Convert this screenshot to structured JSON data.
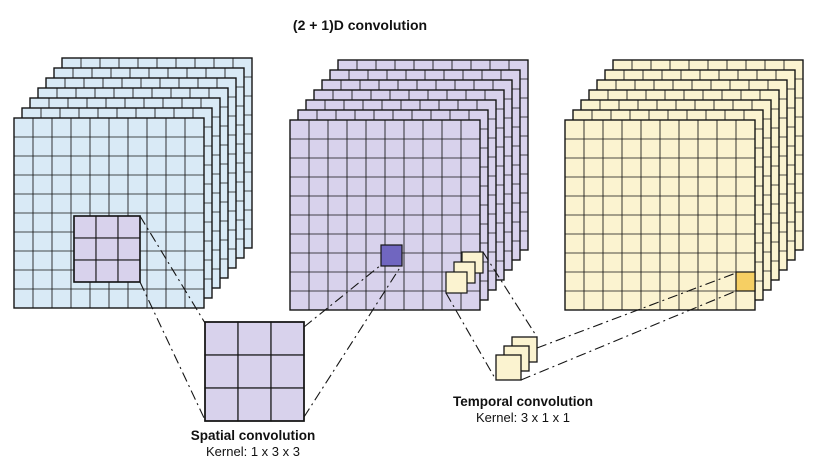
{
  "title": "(2 + 1)D convolution",
  "spatial": {
    "title": "Spatial convolution",
    "kernel": "Kernel: 1 x 3 x 3"
  },
  "temporal": {
    "title": "Temporal convolution",
    "kernel": "Kernel: 3 x 1 x 1"
  },
  "diagram": {
    "stack_layers": 7,
    "grid_cells": 10,
    "spatial_kernel_cells": 3,
    "temporal_kernel_frames": 3
  },
  "colors": {
    "outline": "#151515",
    "frame_fill": "#d9eaf6",
    "spatial_fill": "#d8d2ec",
    "temporal_fill": "#fbf3d0",
    "kernel_purple": "#d8d2ec",
    "highlight_purple": "#7066c0",
    "highlight_yellow": "#f6cf63"
  }
}
